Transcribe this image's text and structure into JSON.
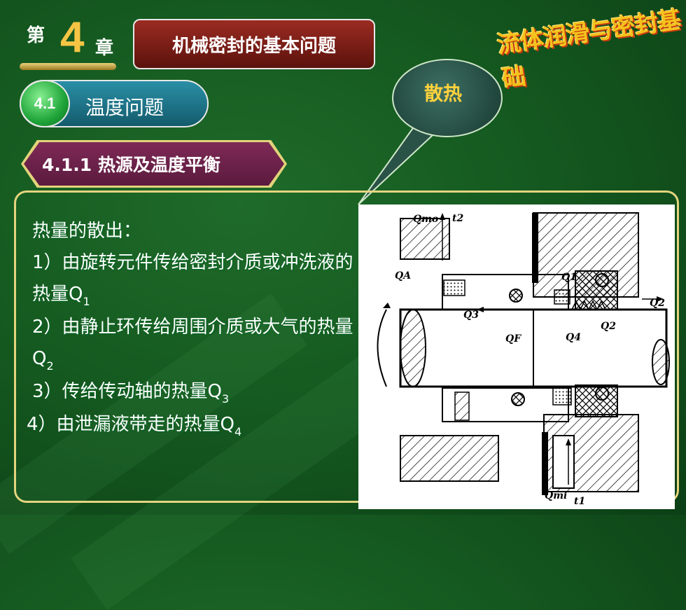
{
  "header": {
    "chapter_prefix": "第",
    "chapter_number": "4",
    "chapter_suffix": "章",
    "chapter_title": "机械密封的基本问题",
    "course_logo": "流体润滑与密封基础"
  },
  "section": {
    "number": "4.1",
    "title": "温度问题",
    "sub_number_title": "4.1.1 热源及温度平衡"
  },
  "callout": {
    "text": "散热"
  },
  "content": {
    "heading": "热量的散出：",
    "items": [
      {
        "text": "1）由旋转元件传给密封介质或冲洗液的热量Q",
        "sub": "1"
      },
      {
        "text": "2）由静止环传给周围介质或大气的热量Q",
        "sub": "2"
      },
      {
        "text": "3）传给传动轴的热量Q",
        "sub": "3"
      },
      {
        "text": "4）由泄漏液带走的热量Q",
        "sub": "4"
      }
    ]
  },
  "figure": {
    "labels": {
      "qmo": "Qmo",
      "t2": "t2",
      "qa": "QA",
      "q1": "Q1",
      "q2_right": "Q2",
      "q3": "Q3",
      "qf": "QF",
      "q4": "Q4",
      "q2_mid": "Q2",
      "qmi": "Qmi",
      "t1": "t1"
    }
  },
  "colors": {
    "background": "#155a20",
    "accent_gold": "#f6c544",
    "title_red": "#7a1e16",
    "callout_yellow": "#ffd23c",
    "frame": "#e3d57e"
  }
}
